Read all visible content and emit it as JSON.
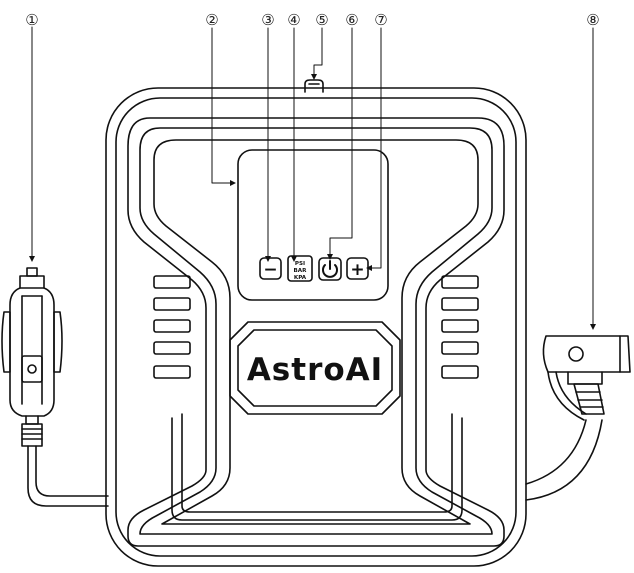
{
  "callouts": [
    "①",
    "②",
    "③",
    "④",
    "⑤",
    "⑥",
    "⑦",
    "⑧"
  ],
  "display": {
    "minus_symbol": "−",
    "plus_symbol": "+",
    "units": [
      "PSI",
      "BAR",
      "KPA"
    ],
    "power_icon": "power-icon"
  },
  "brand": {
    "logo_text": "AstroAI"
  },
  "colors": {
    "line": "#111111",
    "background": "#ffffff"
  }
}
